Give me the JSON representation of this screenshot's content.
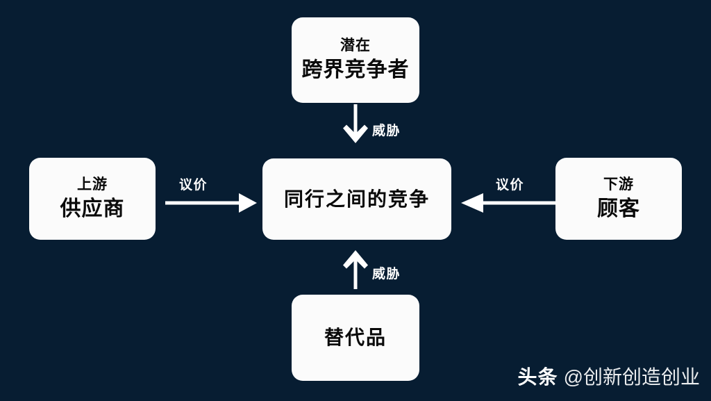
{
  "canvas": {
    "background_color": "#071d32",
    "node_fill_color": "#fbfbfb",
    "node_text_color": "#0a0a0a",
    "arrow_color": "#ffffff"
  },
  "nodes": {
    "potential_entrant": {
      "line1": "潜在",
      "line2": "跨界竞争者"
    },
    "supplier": {
      "line1": "上游",
      "line2": "供应商"
    },
    "center": {
      "line1": "同行之间的竞争"
    },
    "customer": {
      "line1": "下游",
      "line2": "顾客"
    },
    "substitute": {
      "line1": "替代品"
    }
  },
  "arrows": [
    {
      "name": "threat-from-potential-entrant",
      "label": "威胁",
      "direction": "down"
    },
    {
      "name": "threat-from-substitute",
      "label": "威胁",
      "direction": "up"
    },
    {
      "name": "bargaining-power-of-supplier",
      "label": "议价",
      "direction": "right"
    },
    {
      "name": "bargaining-power-of-customer",
      "label": "议价",
      "direction": "left"
    }
  ],
  "watermark": {
    "brand": "头条",
    "handle": "@创新创造创业"
  }
}
